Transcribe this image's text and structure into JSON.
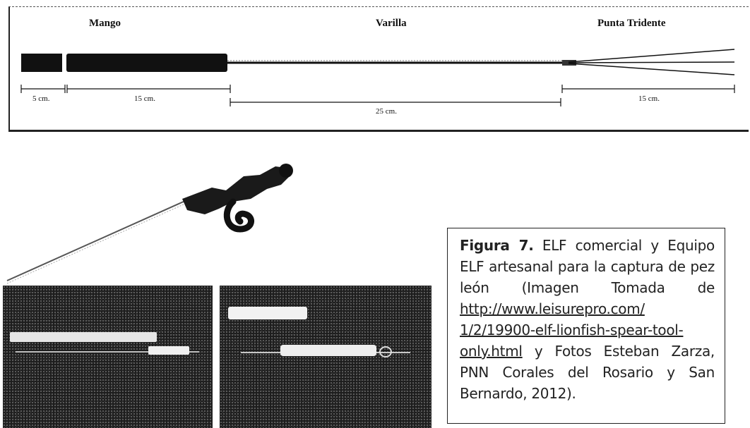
{
  "diagram": {
    "sections": {
      "handle": "Mango",
      "shaft": "Varilla",
      "tip": "Punta Tridente"
    },
    "measurements": {
      "handle_small": "5 cm.",
      "handle_large": "15 cm.",
      "shaft": "25 cm.",
      "tip": "15 cm."
    },
    "colors": {
      "ink": "#111111"
    }
  },
  "photos": {
    "commercial": "commercial-elf-spear-photo",
    "artisanal_left": "artisanal-elf-photo-left",
    "artisanal_right": "artisanal-elf-photo-right"
  },
  "caption": {
    "figure_label": "Figura 7.",
    "text_1": "ELF comercial y Equipo ELF artesanal para la captura de pez león (Imagen Tomada de",
    "url": "http://www.leisurepro.com/ 1/2/19900-elf-lionfish-spear-tool-only.html",
    "text_2": "y Fotos Esteban Zarza, PNN Corales del Rosario y San Bernardo, 2012)."
  }
}
